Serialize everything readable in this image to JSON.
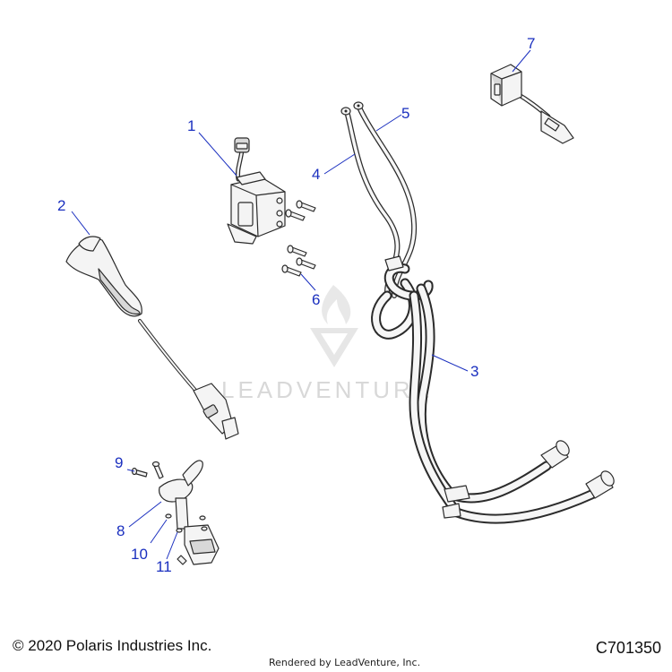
{
  "diagram": {
    "callouts": [
      {
        "id": "1",
        "label": "1"
      },
      {
        "id": "2",
        "label": "2"
      },
      {
        "id": "3",
        "label": "3"
      },
      {
        "id": "4",
        "label": "4"
      },
      {
        "id": "5",
        "label": "5"
      },
      {
        "id": "6",
        "label": "6"
      },
      {
        "id": "7",
        "label": "7"
      },
      {
        "id": "8",
        "label": "8"
      },
      {
        "id": "9",
        "label": "9"
      },
      {
        "id": "10",
        "label": "10"
      },
      {
        "id": "11",
        "label": "11"
      }
    ],
    "watermark": "LEADVENTURE",
    "callout_color": "#1a2fbf"
  },
  "footer": {
    "copyright": "© 2020 Polaris Industries Inc.",
    "rendered_by": "Rendered by LeadVenture, Inc.",
    "drawing_number": "C701350"
  }
}
